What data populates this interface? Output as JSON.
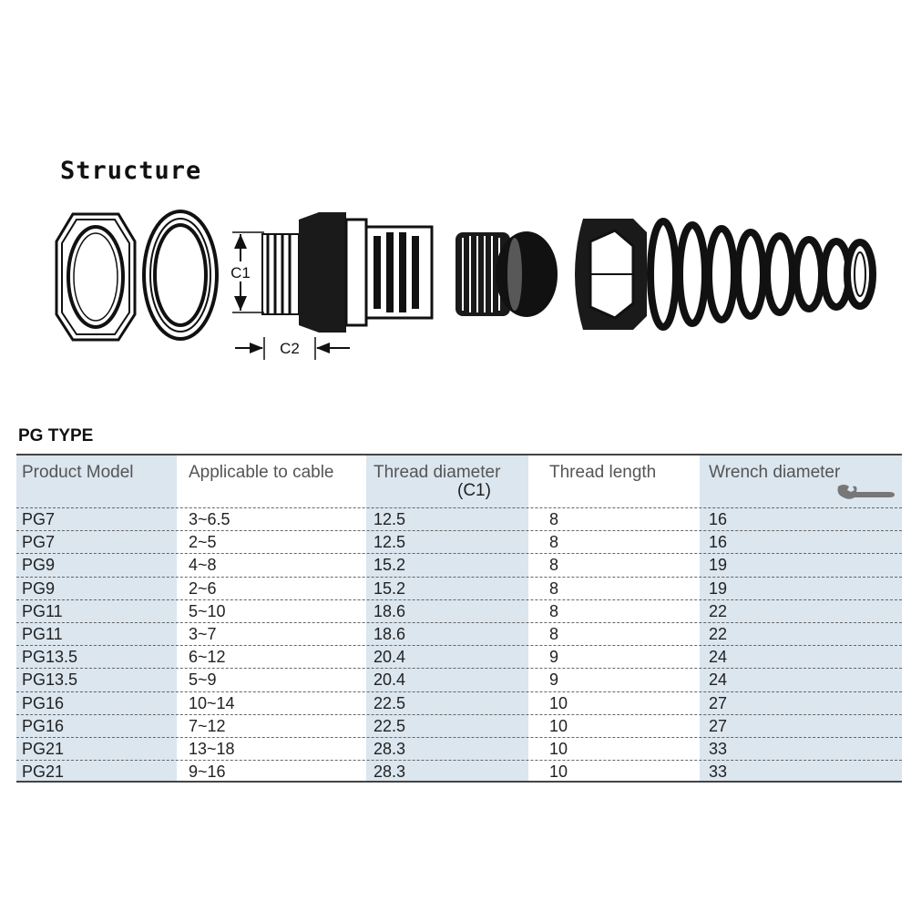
{
  "structure_title": "Structure",
  "diagram": {
    "c1_label": "C1",
    "c2_label": "C2"
  },
  "table_title": "PG TYPE",
  "table": {
    "headers": [
      "Product Model",
      "Applicable to cable",
      "Thread diameter",
      "Thread length",
      "Wrench diameter"
    ],
    "thread_diameter_sub": "(C1)",
    "rows": [
      [
        "PG7",
        "3~6.5",
        "12.5",
        "8",
        "16"
      ],
      [
        "PG7",
        "2~5",
        "12.5",
        "8",
        "16"
      ],
      [
        "PG9",
        "4~8",
        "15.2",
        "8",
        "19"
      ],
      [
        "PG9",
        "2~6",
        "15.2",
        "8",
        "19"
      ],
      [
        "PG11",
        "5~10",
        "18.6",
        "8",
        "22"
      ],
      [
        "PG11",
        "3~7",
        "18.6",
        "8",
        "22"
      ],
      [
        "PG13.5",
        "6~12",
        "20.4",
        "9",
        "24"
      ],
      [
        "PG13.5",
        "5~9",
        "20.4",
        "9",
        "24"
      ],
      [
        "PG16",
        "10~14",
        "22.5",
        "10",
        "27"
      ],
      [
        "PG16",
        "7~12",
        "22.5",
        "10",
        "27"
      ],
      [
        "PG21",
        "13~18",
        "28.3",
        "10",
        "33"
      ],
      [
        "PG21",
        "9~16",
        "28.3",
        "10",
        "33"
      ]
    ]
  },
  "icons": {
    "wrench": "wrench-icon"
  },
  "colors": {
    "column_shade": "#dbe6ef",
    "ink": "#111111"
  }
}
